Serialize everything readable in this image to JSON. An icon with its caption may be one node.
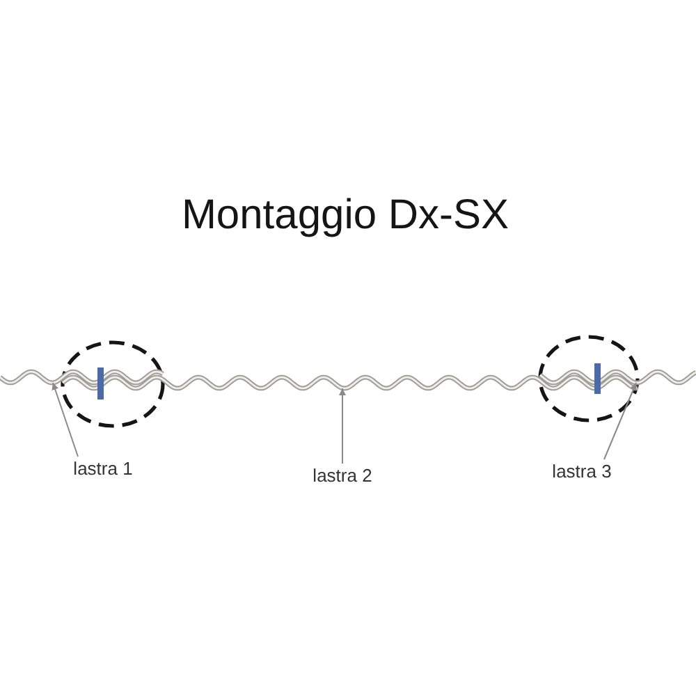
{
  "diagram": {
    "title": "Montaggio Dx-SX",
    "nodes": [
      {
        "text": [],
        "shape": "picture"
      },
      {
        "text": [],
        "shape": "picture"
      },
      {
        "text": [],
        "shape": "picture"
      },
      {
        "text": [
          "lastra 1"
        ]
      },
      {
        "text": [
          "lastra 2"
        ]
      },
      {
        "text": [
          "lastra 3"
        ]
      }
    ],
    "edges": [
      {
        "from": 3,
        "to": 0,
        "arrow": "to"
      },
      {
        "from": 4,
        "to": 1,
        "arrow": "to"
      },
      {
        "from": 5,
        "to": 2,
        "arrow": "to"
      }
    ]
  }
}
